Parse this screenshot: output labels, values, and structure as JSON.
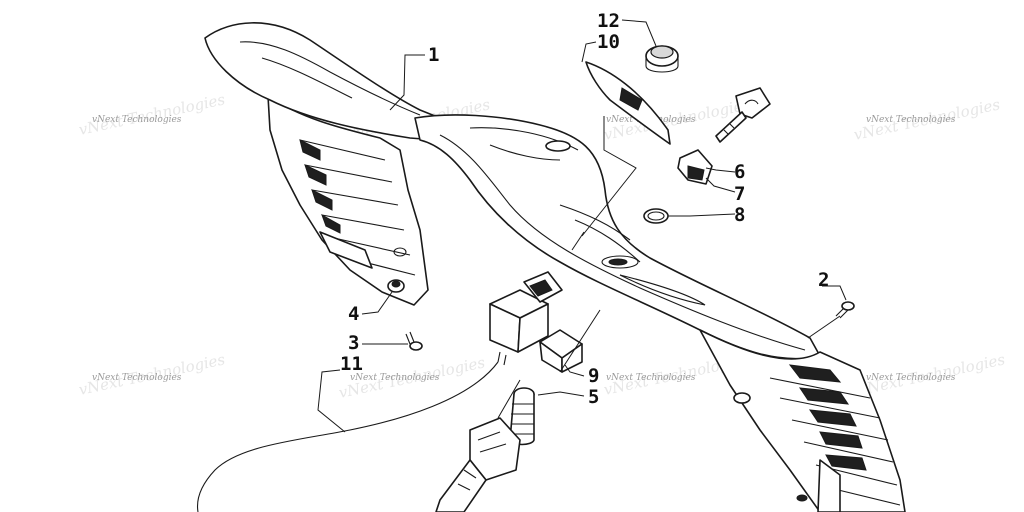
{
  "callouts": [
    {
      "id": "1",
      "label": "1"
    },
    {
      "id": "2",
      "label": "2"
    },
    {
      "id": "3",
      "label": "3"
    },
    {
      "id": "4",
      "label": "4"
    },
    {
      "id": "5",
      "label": "5"
    },
    {
      "id": "6",
      "label": "6"
    },
    {
      "id": "7",
      "label": "7"
    },
    {
      "id": "8",
      "label": "8"
    },
    {
      "id": "9",
      "label": "9"
    },
    {
      "id": "10",
      "label": "10"
    },
    {
      "id": "11",
      "label": "11"
    },
    {
      "id": "12",
      "label": "12"
    }
  ],
  "watermark": {
    "text": "vNext Technologies",
    "color": "#9a9a9a"
  },
  "colors": {
    "line": "#1a1a1a",
    "background": "#ffffff"
  }
}
